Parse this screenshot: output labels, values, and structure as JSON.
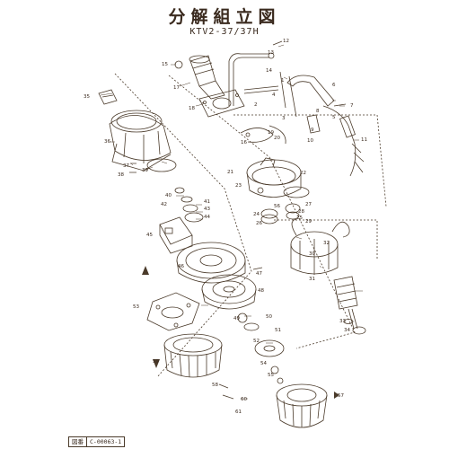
{
  "title": "分解組立図",
  "model": "KTV2-37/37H",
  "doc_number_label": "図番",
  "doc_number": "C-00063-1",
  "callouts": [
    "1",
    "2",
    "3",
    "4",
    "5",
    "6",
    "7",
    "8",
    "9",
    "10",
    "11",
    "12",
    "13",
    "14",
    "15",
    "16",
    "17",
    "18",
    "19",
    "20",
    "21",
    "22",
    "23",
    "24",
    "25",
    "26",
    "27",
    "28",
    "29",
    "30",
    "31",
    "32",
    "33",
    "34",
    "35",
    "36",
    "37",
    "38",
    "39",
    "40",
    "41",
    "42",
    "43",
    "44",
    "45",
    "46",
    "47",
    "48",
    "49",
    "50",
    "51",
    "52",
    "53",
    "54",
    "55",
    "56",
    "57",
    "58",
    "59",
    "60",
    "61"
  ]
}
